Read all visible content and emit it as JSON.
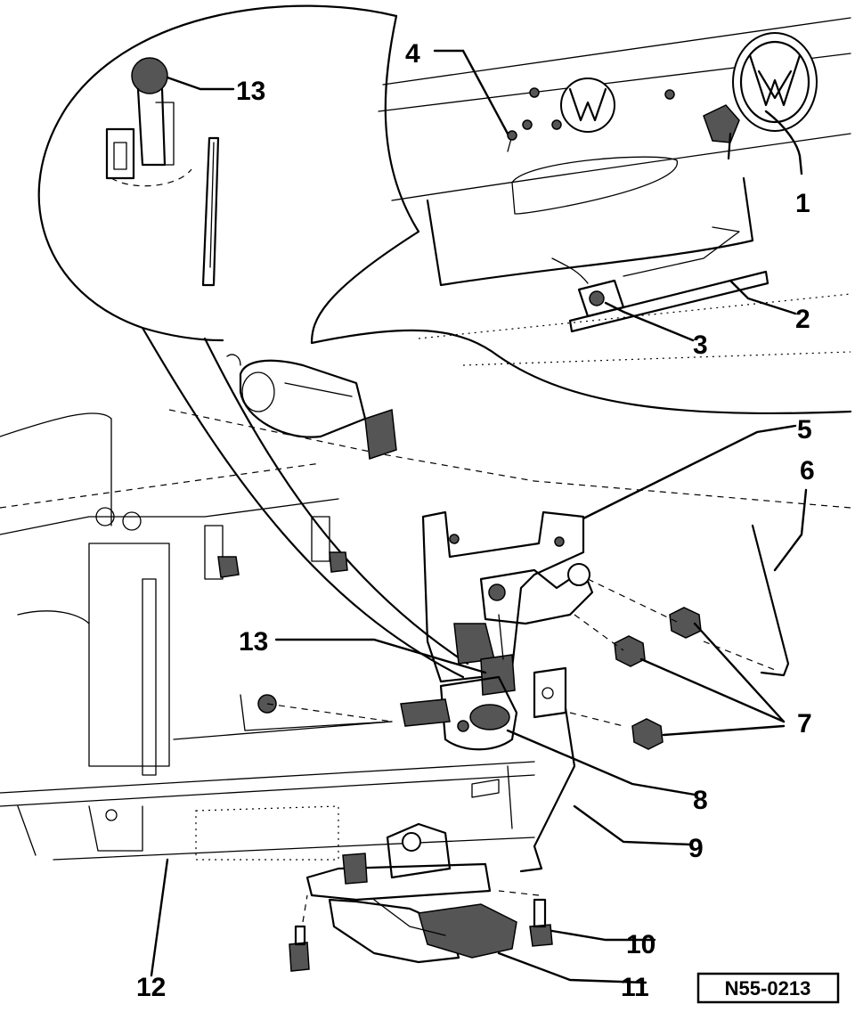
{
  "figure_id": "N55-0213",
  "callouts": [
    {
      "id": "c1",
      "label": "1"
    },
    {
      "id": "c2",
      "label": "2"
    },
    {
      "id": "c3",
      "label": "3"
    },
    {
      "id": "c4",
      "label": "4"
    },
    {
      "id": "c5",
      "label": "5"
    },
    {
      "id": "c6",
      "label": "6"
    },
    {
      "id": "c7",
      "label": "7"
    },
    {
      "id": "c8",
      "label": "8"
    },
    {
      "id": "c9",
      "label": "9"
    },
    {
      "id": "c10",
      "label": "10"
    },
    {
      "id": "c11",
      "label": "11"
    },
    {
      "id": "c12",
      "label": "12"
    },
    {
      "id": "c13a",
      "label": "13"
    },
    {
      "id": "c13b",
      "label": "13"
    }
  ]
}
